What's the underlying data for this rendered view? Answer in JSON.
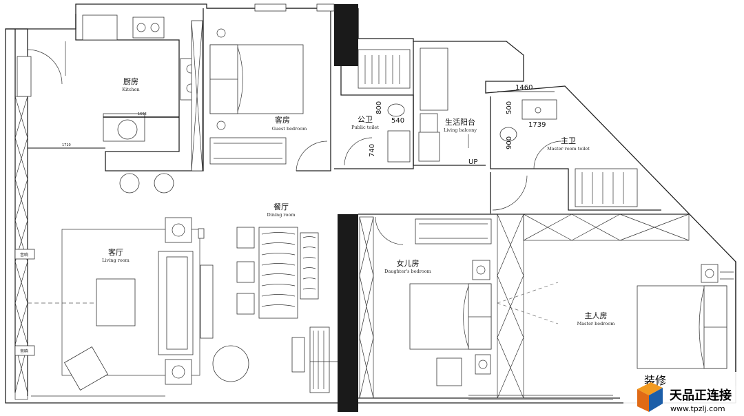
{
  "rooms": {
    "kitchen": {
      "cn": "厨房",
      "en": "Kitchen"
    },
    "guest_bedroom": {
      "cn": "客房",
      "en": "Guest bedroom"
    },
    "public_toilet": {
      "cn": "公卫",
      "en": "Public toilet"
    },
    "living_balcony": {
      "cn": "生活阳台",
      "en": "Living balcony"
    },
    "master_toilet": {
      "cn": "主卫",
      "en": "Master room toilet"
    },
    "dining_room": {
      "cn": "餐厅",
      "en": "Dining room"
    },
    "living_room": {
      "cn": "客厅",
      "en": "Living room"
    },
    "daughters_bedroom": {
      "cn": "女儿房",
      "en": "Daughter's bedroom"
    },
    "master_bedroom": {
      "cn": "主人房",
      "en": "Master bedroom"
    }
  },
  "dimensions": {
    "d1460": "1460",
    "d500": "500",
    "d1739": "1739",
    "d900": "900",
    "d800": "800",
    "d540": "540",
    "d740": "740",
    "d1608": "1608",
    "d1710": "1710"
  },
  "labels": {
    "up": "UP",
    "speaker_top": "音响",
    "speaker_bottom": "音响"
  },
  "watermark": {
    "brand": "天品正连接",
    "url": "www.tpzlj.com",
    "wechat": "装修"
  },
  "colors": {
    "line": "#222222",
    "solid_wall": "#1a1a1a",
    "background": "#ffffff"
  }
}
